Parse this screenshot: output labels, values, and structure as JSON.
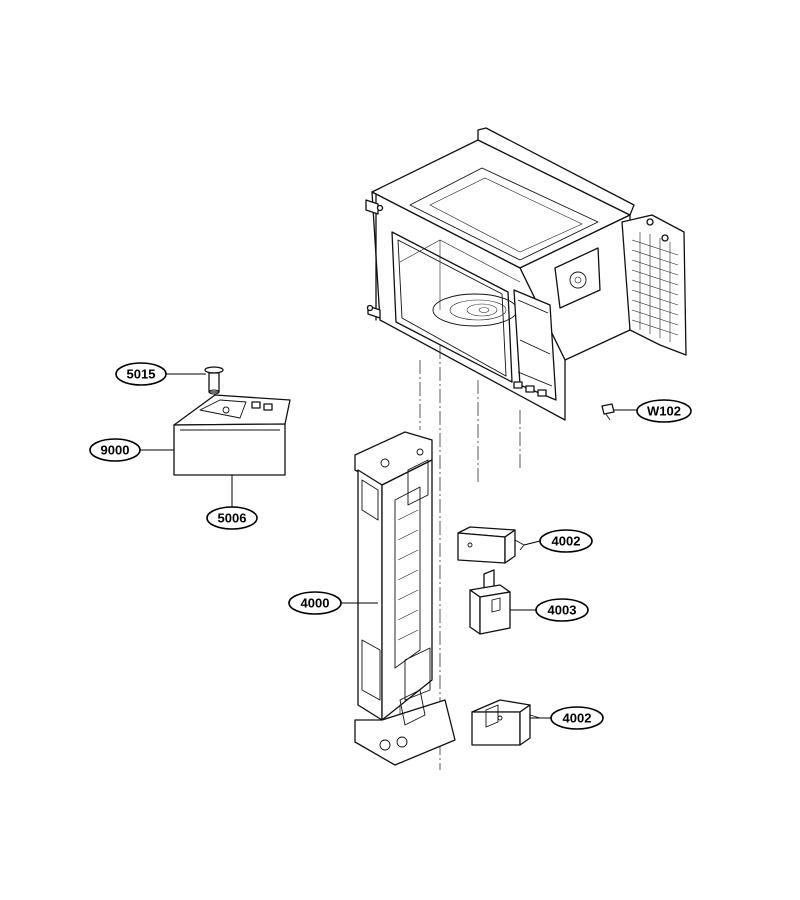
{
  "diagram": {
    "callouts": [
      {
        "id": "5015",
        "text": "5015"
      },
      {
        "id": "9000",
        "text": "9000"
      },
      {
        "id": "5006",
        "text": "5006"
      },
      {
        "id": "W102",
        "text": "W102"
      },
      {
        "id": "4002a",
        "text": "4002"
      },
      {
        "id": "4003",
        "text": "4003"
      },
      {
        "id": "4000",
        "text": "4000"
      },
      {
        "id": "4002b",
        "text": "4002"
      }
    ],
    "parts": [
      {
        "name": "cavity-assembly",
        "icon": "microwave-cavity"
      },
      {
        "name": "fuse-holder",
        "icon": "fuse"
      },
      {
        "name": "control-box",
        "icon": "box"
      },
      {
        "name": "latch-board",
        "icon": "latch-bracket"
      },
      {
        "name": "micro-switch-upper",
        "icon": "switch"
      },
      {
        "name": "micro-switch-middle",
        "icon": "switch"
      },
      {
        "name": "micro-switch-lower",
        "icon": "switch"
      },
      {
        "name": "screw",
        "icon": "screw"
      }
    ]
  }
}
